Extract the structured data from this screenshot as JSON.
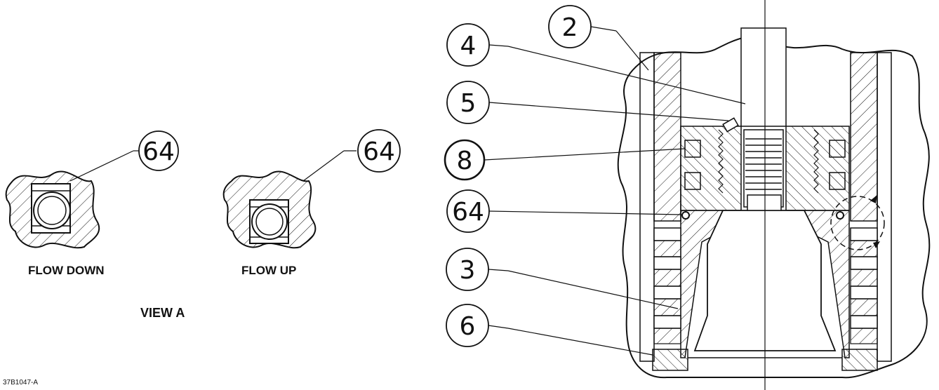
{
  "callouts": {
    "left_detail": "64",
    "right_detail": "64",
    "c2": "2",
    "c4": "4",
    "c5": "5",
    "c8": "8",
    "c64": "64",
    "c3": "3",
    "c6": "6"
  },
  "labels": {
    "flow_down": "FLOW DOWN",
    "flow_up": "FLOW UP",
    "view": "VIEW A",
    "doc_number": "37B1047-A"
  },
  "colors": {
    "ink": "#111111",
    "background": "#ffffff"
  }
}
